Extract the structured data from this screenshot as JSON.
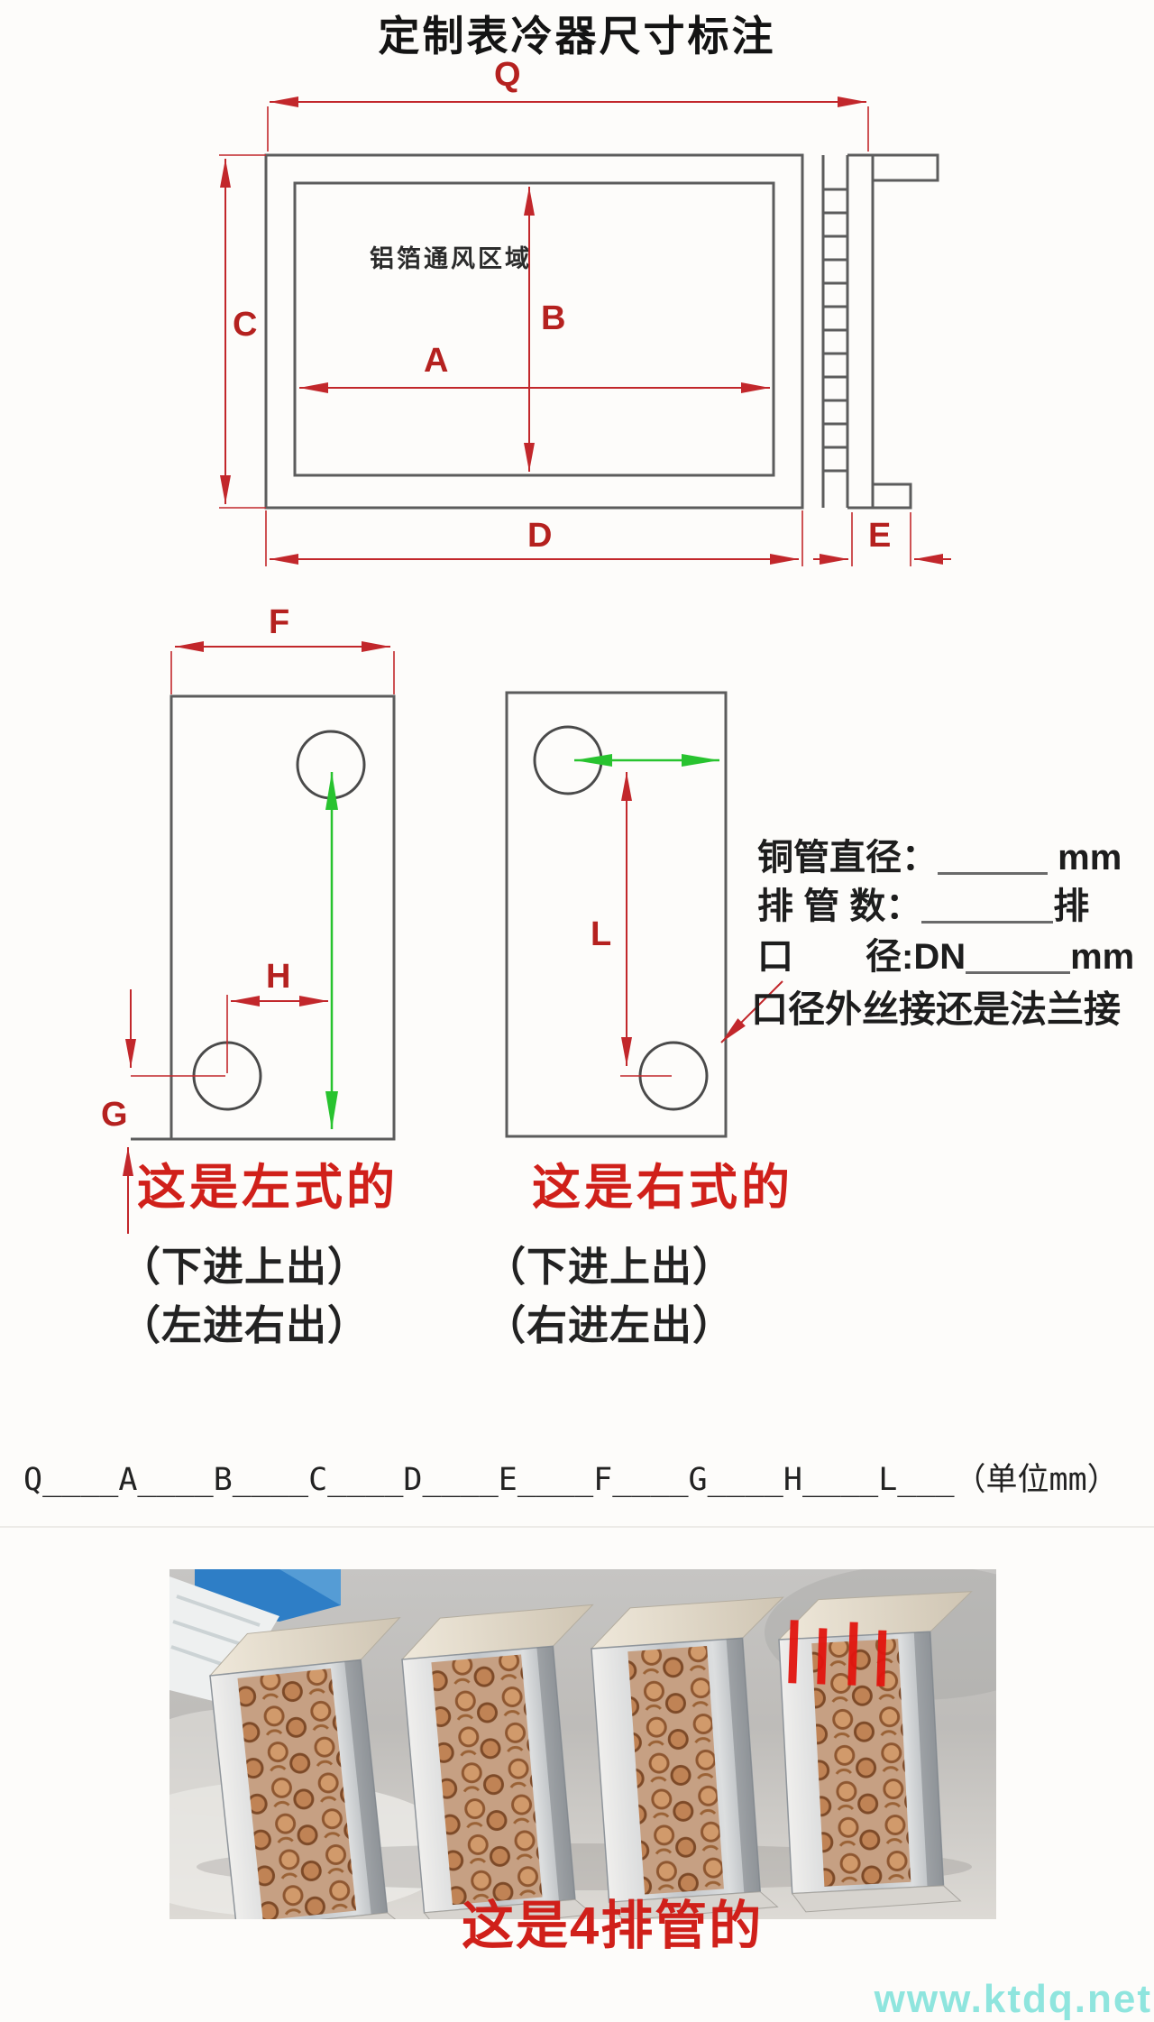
{
  "title": "定制表冷器尺寸标注",
  "top_view": {
    "fin_area_label": "铝箔通风区域",
    "dim_labels": {
      "q": "Q",
      "c": "C",
      "b": "B",
      "a": "A",
      "d": "D",
      "e": "E"
    }
  },
  "left_unit": {
    "dim_labels": {
      "f": "F",
      "h": "H",
      "g": "G"
    },
    "caption": "这是左式的",
    "note1": "（下进上出）",
    "note2": "（左进右出）"
  },
  "right_unit": {
    "dim_labels": {
      "l": "L"
    },
    "caption": "这是右式的",
    "note1": "（下进上出）",
    "note2": "（右进左出）"
  },
  "spec_form": {
    "line1": {
      "label": "铜管直径：",
      "unit": "mm"
    },
    "line2": {
      "label": "排 管 数：",
      "unit": "排"
    },
    "line3": {
      "label": "口　　径:DN",
      "unit": "mm"
    },
    "note": "口径外丝接还是法兰接"
  },
  "fill_in_row": "Q____A____B____C____D____E____F____G____H____L___（单位mm）",
  "photo": {
    "caption": "这是4排管的"
  },
  "watermark": "www.ktdq.net",
  "colors": {
    "dimension_red": "#c2272b",
    "arrow_green": "#28c32f",
    "caption_red": "#d0201a",
    "watermark_teal": "#8ae4dd"
  }
}
